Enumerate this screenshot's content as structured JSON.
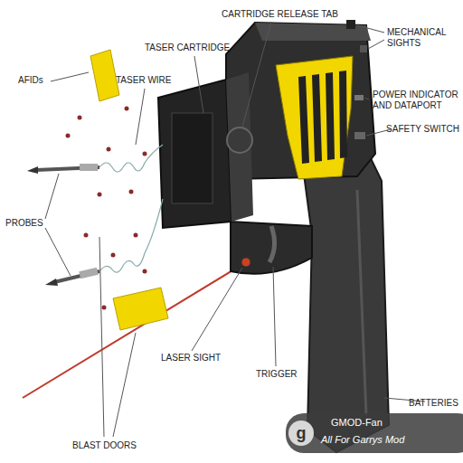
{
  "diagram": {
    "labels": [
      "CARTRIDGE RELEASE TAB",
      "MECHANICAL SIGHTS",
      "TASER CARTRIDGE",
      "AFIDs",
      "TASER WIRE",
      "POWER INDICATOR AND DATAPORT",
      "SAFETY SWITCH",
      "PROBES",
      "LASER SIGHT",
      "TRIGGER",
      "BATTERIES",
      "BLAST DOORS",
      "g",
      "GMOD-Fan",
      "All For Garrys Mod"
    ]
  }
}
